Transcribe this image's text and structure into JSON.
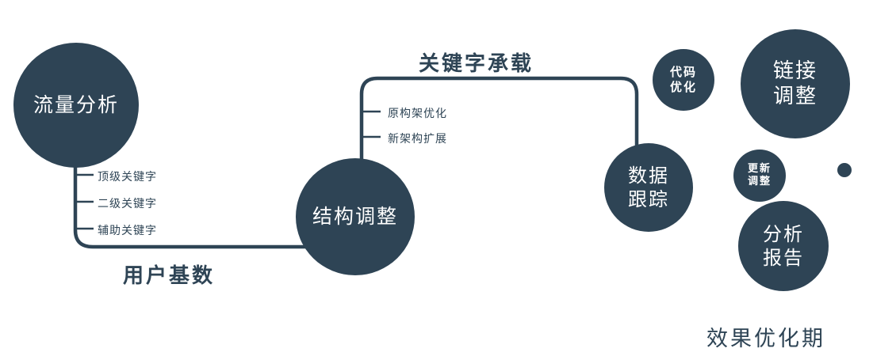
{
  "diagram": {
    "accent_color": "#2e4455",
    "nodes": {
      "traffic": {
        "label": "流量分析"
      },
      "structure": {
        "label": "结构调整"
      },
      "tracking": {
        "lines": [
          "数据",
          "跟踪"
        ]
      },
      "code": {
        "lines": [
          "代码",
          "优化"
        ]
      },
      "link": {
        "lines": [
          "链接",
          "调整"
        ]
      },
      "update": {
        "lines": [
          "更新",
          "调整"
        ]
      },
      "report": {
        "lines": [
          "分析",
          "报告"
        ]
      }
    },
    "edge_labels": {
      "user_base": "用户基数",
      "keyword_bearing": "关键字承载"
    },
    "traffic_branches": [
      "顶级关键字",
      "二级关键字",
      "辅助关键字"
    ],
    "structure_branches": [
      "原构架优化",
      "新架构扩展"
    ],
    "phase_label": "效果优化期"
  }
}
